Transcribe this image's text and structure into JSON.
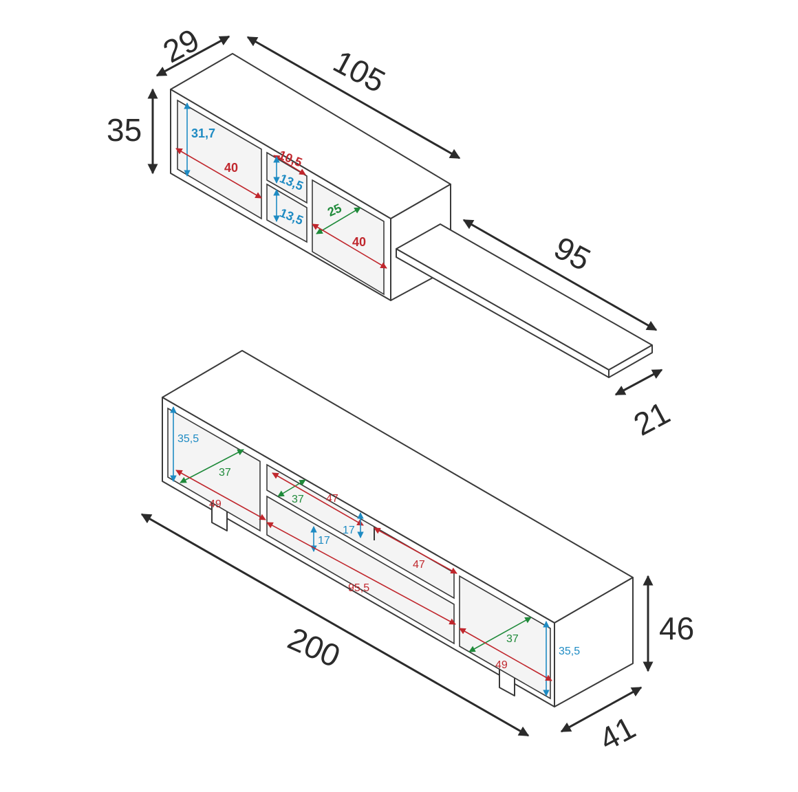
{
  "colors": {
    "outline": "#3a3a3a",
    "overall_dimension": "#2b2b2b",
    "width_dimension": "#c0272d",
    "height_dimension": "#1e8bc3",
    "depth_dimension": "#1f8a3a"
  },
  "wall_unit": {
    "overall": {
      "depth": "29",
      "width": "105",
      "height": "35"
    },
    "inner": {
      "height": "31,7",
      "width_left": "40",
      "small_width": "10,5",
      "small_h1": "13,5",
      "small_h2": "13,5",
      "depth": "25",
      "width_right": "40"
    },
    "shelf": {
      "length": "95",
      "depth": "21"
    }
  },
  "tv_unit": {
    "overall": {
      "width": "200",
      "height": "46",
      "depth": "41"
    },
    "inner": {
      "left_height": "35,5",
      "left_depth": "37",
      "left_width": "49",
      "top_depth": "37",
      "top_width": "47",
      "mid_height": "17",
      "low_height": "17",
      "right_mid_width": "47",
      "center_width": "95,5",
      "right_depth": "37",
      "right_height": "35,5",
      "right_width": "49"
    }
  }
}
